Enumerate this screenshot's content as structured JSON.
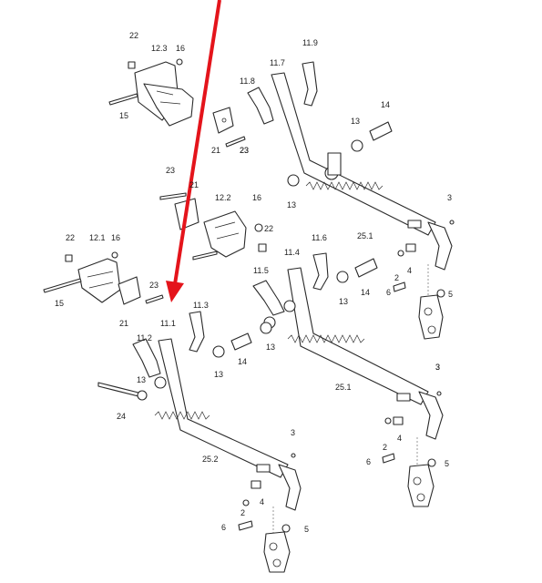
{
  "colors": {
    "arrow": "#e4141b",
    "line": "#2a2a2a"
  },
  "labels": {
    "l22a": "22",
    "l123": "12.3",
    "l16a": "16",
    "l15a": "15",
    "l21a": "21",
    "l23a": "23",
    "l119": "11.9",
    "l117": "11.7",
    "l118": "11.8",
    "l23b": "23",
    "l14a": "14",
    "l13a": "13",
    "l13b": "13",
    "l3a": "3",
    "l251a": "25.1",
    "l23c": "23",
    "l21b": "21",
    "l122": "12.2",
    "l16b": "16",
    "l22b": "22",
    "l22c": "22",
    "l121": "12.1",
    "l16c": "16",
    "l15b": "15",
    "l23d": "23",
    "l21c": "21",
    "l116": "11.6",
    "l114": "11.4",
    "l115": "11.5",
    "l14b": "14",
    "l13c": "13",
    "l13d": "13",
    "l2a": "2",
    "l4a": "4",
    "l6a": "6",
    "l5a": "5",
    "l111": "11.1",
    "l113": "11.3",
    "l112": "11.2",
    "l13e": "13",
    "l14c": "14",
    "l13f": "13",
    "l3b": "3",
    "l251b": "25.1",
    "l24": "24",
    "l252": "25.2",
    "l3c": "3",
    "l2b": "2",
    "l4b": "4",
    "l6b": "6",
    "l5b": "5",
    "l3d": "3",
    "l2c": "2",
    "l4c": "4",
    "l6c": "6",
    "l5c": "5"
  }
}
